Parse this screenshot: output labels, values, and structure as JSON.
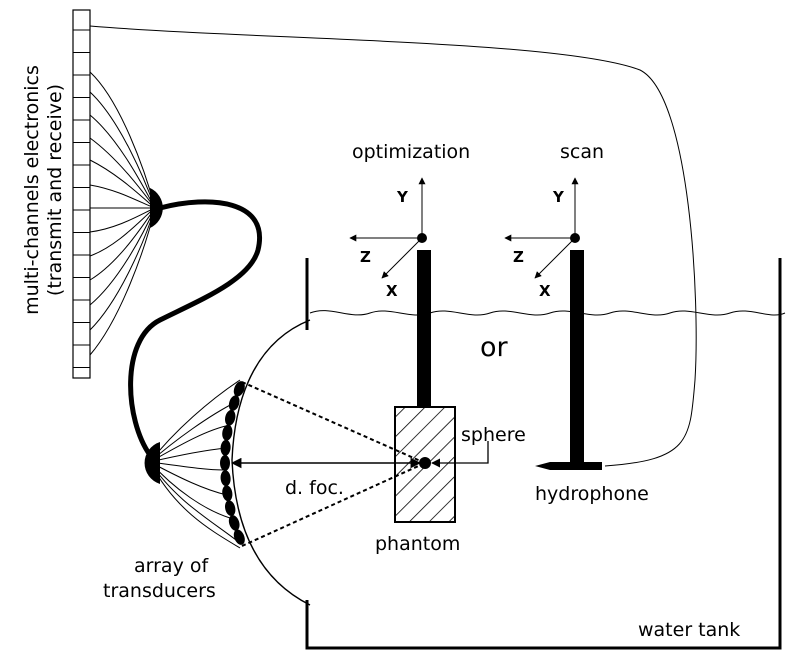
{
  "electronics_label_line1": "multi-channels electronics",
  "electronics_label_line2": "(transmit and receive)",
  "optimization_label": "optimization",
  "scan_label": "scan",
  "or_label": "or",
  "sphere_label": "sphere",
  "dfoc_label": "d. foc.",
  "phantom_label": "phantom",
  "hydrophone_label": "hydrophone",
  "array_label_line1": "array of",
  "array_label_line2": "transducers",
  "water_tank_label": "water tank",
  "axis_y": "Y",
  "axis_z": "Z",
  "axis_x": "X"
}
